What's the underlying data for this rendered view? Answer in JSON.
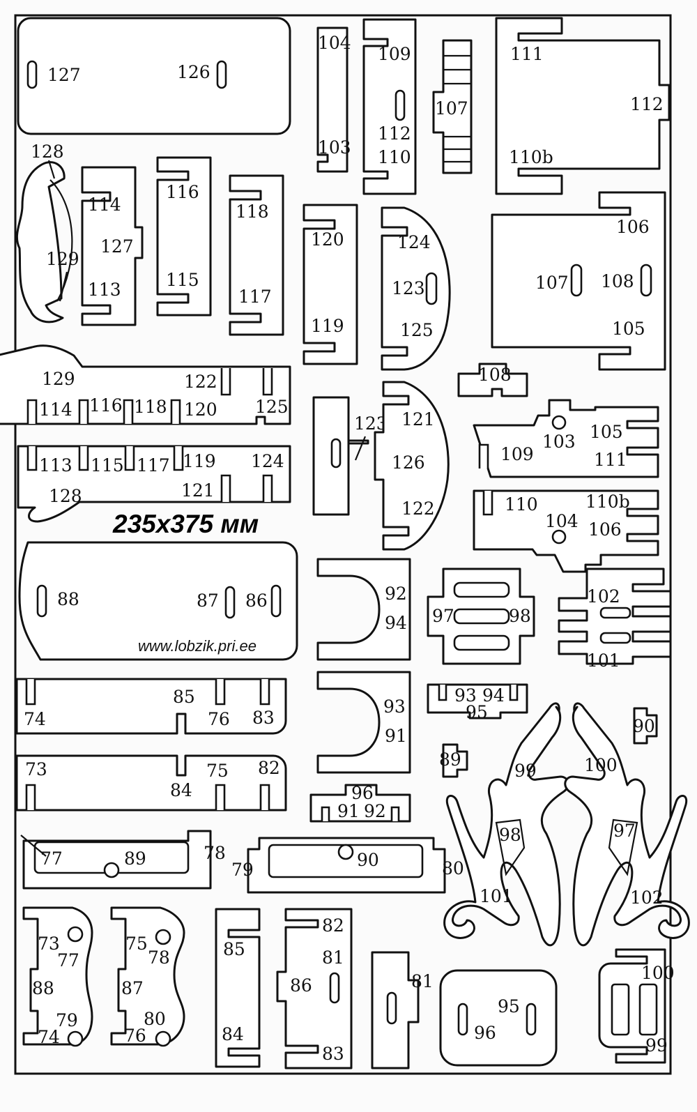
{
  "sheet": {
    "dimensions_label": "235x375 мм",
    "website": "www.lobzik.pri.ee"
  },
  "labels": {
    "l127a": "127",
    "l126a": "126",
    "l104": "104",
    "l103": "103",
    "l109": "109",
    "l112a": "112",
    "l110": "110",
    "l107a": "107",
    "l111": "111",
    "l112b": "112",
    "l110b": "110b",
    "l128a": "128",
    "l129a": "129",
    "l114a": "114",
    "l127b": "127",
    "l113a": "113",
    "l116a": "116",
    "l115a": "115",
    "l118a": "118",
    "l117a": "117",
    "l120a": "120",
    "l119a": "119",
    "l124a": "124",
    "l123a": "123",
    "l125a": "125",
    "l106a": "106",
    "l107b": "107",
    "l108a": "108",
    "l105a": "105",
    "l129b": "129",
    "l122a": "122",
    "l125b": "125",
    "l114b": "114",
    "l116b": "116",
    "l118b": "118",
    "l120b": "120",
    "l113b": "113",
    "l115b": "115",
    "l117b": "117",
    "l119b": "119",
    "l124b": "124",
    "l128b": "128",
    "l121a": "121",
    "l108b": "108",
    "l123b": "123",
    "l121b": "121",
    "l126b": "126",
    "l122b": "122",
    "l109b": "109",
    "l103b": "103",
    "l105b": "105",
    "l111b": "111",
    "l110c": "110",
    "l110bb": "110b",
    "l104b": "104",
    "l106b": "106",
    "l88a": "88",
    "l87a": "87",
    "l86a": "86",
    "l92a": "92",
    "l94a": "94",
    "l97a": "97",
    "l98a": "98",
    "l102a": "102",
    "l101a": "101",
    "l85a": "85",
    "l74a": "74",
    "l76a": "76",
    "l83a": "83",
    "l93a": "93",
    "l91a": "91",
    "l93b": "93",
    "l94b": "94",
    "l95a": "95",
    "l90a": "90",
    "l89a": "89",
    "l99a": "99",
    "l100a": "100",
    "l73a": "73",
    "l84a": "84",
    "l75a": "75",
    "l82a": "82",
    "l96a": "96",
    "l91b": "91",
    "l92b": "92",
    "l98b": "98",
    "l97b": "97",
    "l77a": "77",
    "l89b": "89",
    "l78a": "78",
    "l79a": "79",
    "l90b": "90",
    "l80a": "80",
    "l101b": "101",
    "l102b": "102",
    "l73b": "73",
    "l77b": "77",
    "l88b": "88",
    "l79b": "79",
    "l74b": "74",
    "l75b": "75",
    "l78b": "78",
    "l87b": "87",
    "l80b": "80",
    "l76b": "76",
    "l85b": "85",
    "l84b": "84",
    "l82b": "82",
    "l81a": "81",
    "l86b": "86",
    "l83b": "83",
    "l81b": "81",
    "l95b": "95",
    "l96b": "96",
    "l100b": "100",
    "l99b": "99"
  }
}
